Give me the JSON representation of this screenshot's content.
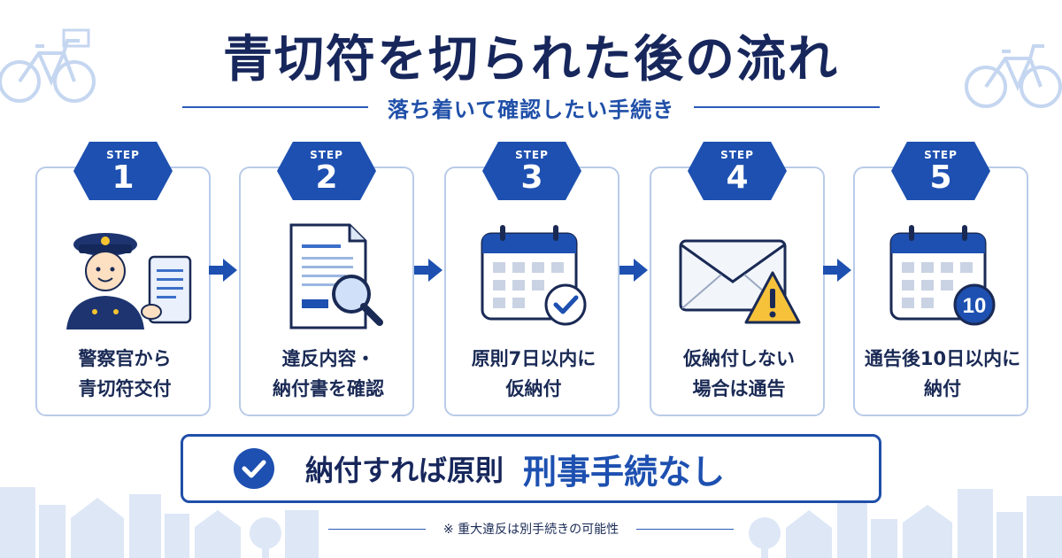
{
  "header": {
    "title": "青切符を切られた後の流れ",
    "subtitle": "落ち着いて確認したい手続き"
  },
  "steps": [
    {
      "label": "STEP",
      "number": "1",
      "text_line1": "警察官から",
      "text_line2": "青切符交付",
      "icon": "police-officer-icon"
    },
    {
      "label": "STEP",
      "number": "2",
      "text_line1": "違反内容・",
      "text_line2": "納付書を確認",
      "icon": "document-magnifier-icon"
    },
    {
      "label": "STEP",
      "number": "3",
      "text_line1": "原則7日以内に",
      "text_line2": "仮納付",
      "icon": "calendar-check-icon"
    },
    {
      "label": "STEP",
      "number": "4",
      "text_line1": "仮納付しない",
      "text_line2": "場合は通告",
      "icon": "envelope-warning-icon"
    },
    {
      "label": "STEP",
      "number": "5",
      "text_line1": "通告後10日以内に",
      "text_line2": "納付",
      "icon": "calendar-ten-icon",
      "badge": "10"
    }
  ],
  "banner": {
    "text": "納付すれば原則",
    "emphasis": "刑事手続なし",
    "icon": "check-circle-icon"
  },
  "note": "※ 重大違反は別手続きの可能性",
  "colors": {
    "primary": "#1d50b0",
    "navy": "#17275c",
    "card_border": "#b9cbe9",
    "light_deco": "#dde7f6"
  }
}
